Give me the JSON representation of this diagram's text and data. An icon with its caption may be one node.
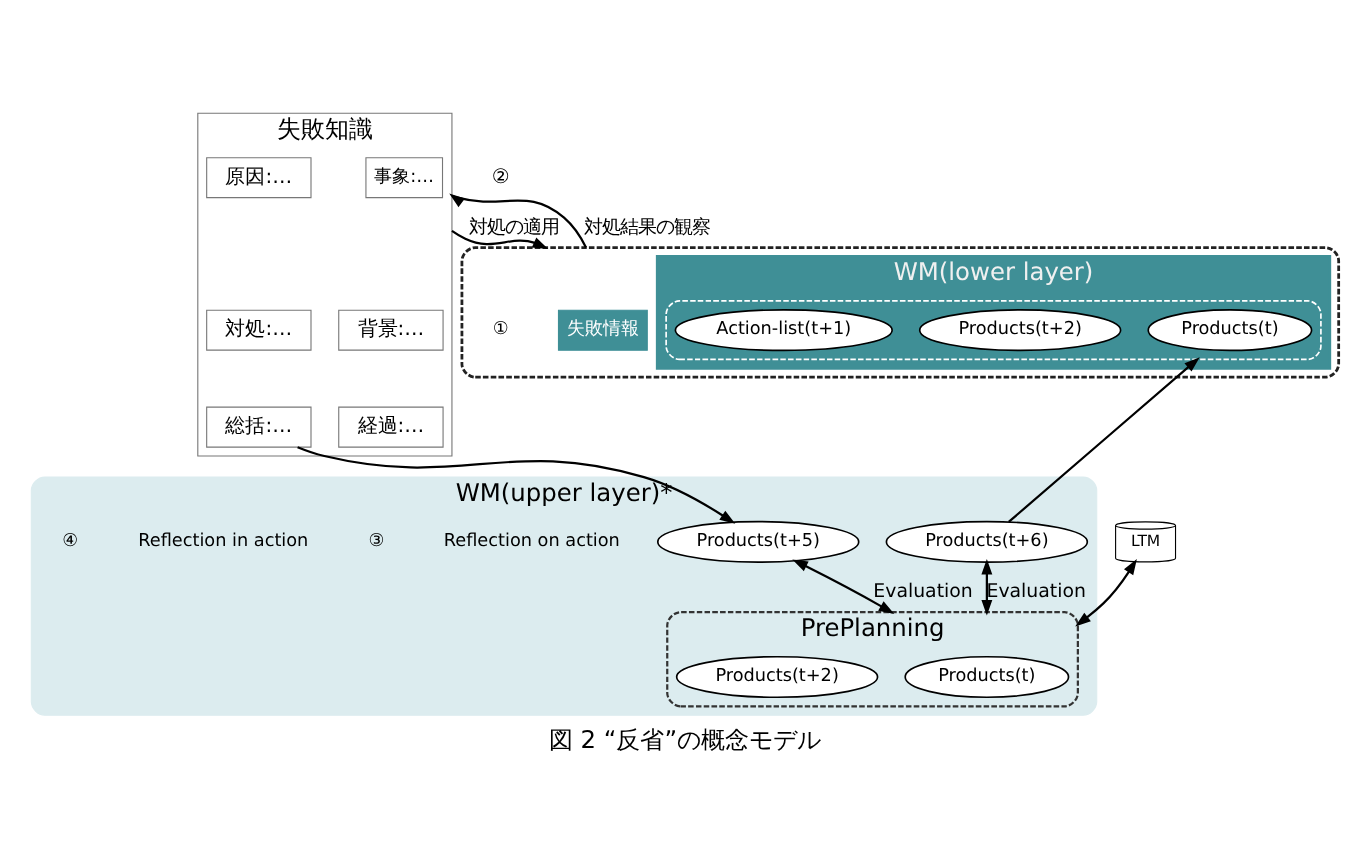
{
  "diagram": {
    "caption": "図 2 “反省”の概念モデル",
    "nodes": [
      {
        "text": [
          "失敗知識"
        ]
      },
      {
        "text": [
          "事象:…"
        ],
        "in": 0
      },
      {
        "text": [
          "原因:…"
        ],
        "in": 0
      },
      {
        "text": [
          "背景:…"
        ],
        "in": 0
      },
      {
        "text": [
          "対処:…"
        ],
        "in": 0
      },
      {
        "text": [
          "経過:…"
        ],
        "in": 0
      },
      {
        "text": [
          "総括:…"
        ],
        "in": 0
      },
      {
        "text": [
          "WM(upper layer)*"
        ]
      },
      {
        "text": [
          "Products(t+5)"
        ],
        "in": 7
      },
      {
        "text": [
          "PrePlanning"
        ],
        "in": 7
      },
      {
        "text": [
          "Products(t)"
        ],
        "in": 9
      },
      {
        "text": [
          "Products(t+2)"
        ],
        "in": 9
      },
      {
        "text": [
          "Products(t+6)"
        ],
        "in": 7
      },
      {
        "text": [],
        "shape": "box"
      },
      {
        "text": [
          "WM(lower layer)"
        ],
        "in": 13
      },
      {
        "text": [],
        "shape": "ellipse",
        "in": 14
      },
      {
        "text": [
          "Products(t)"
        ],
        "in": 15
      },
      {
        "text": [
          "Products(t+2)"
        ],
        "in": 15
      },
      {
        "text": [
          "Action-list(t+1)"
        ],
        "in": 15
      },
      {
        "text": [
          "失敗情報"
        ],
        "in": 13
      },
      {
        "text": [
          "LTM"
        ]
      }
    ],
    "edges": [
      {
        "from": 6,
        "to": 8,
        "arrow": "to"
      },
      {
        "from": 8,
        "to": 9,
        "arrow": "both",
        "label": "Evaluation"
      },
      {
        "from": 12,
        "to": 9,
        "arrow": "both",
        "label": "Evaluation"
      },
      {
        "from": 12,
        "to": 15,
        "arrow": "to"
      },
      {
        "from": 0,
        "to": 13,
        "arrow": "to",
        "label": "対処の適用"
      },
      {
        "from": 13,
        "to": 0,
        "arrow": "to",
        "label": "対処結果の観察"
      },
      {
        "from": 20,
        "to": 9,
        "arrow": "both"
      }
    ],
    "labels": [
      "Reflection on action",
      "③",
      "②",
      "Reflection in action",
      "④",
      "①"
    ]
  }
}
